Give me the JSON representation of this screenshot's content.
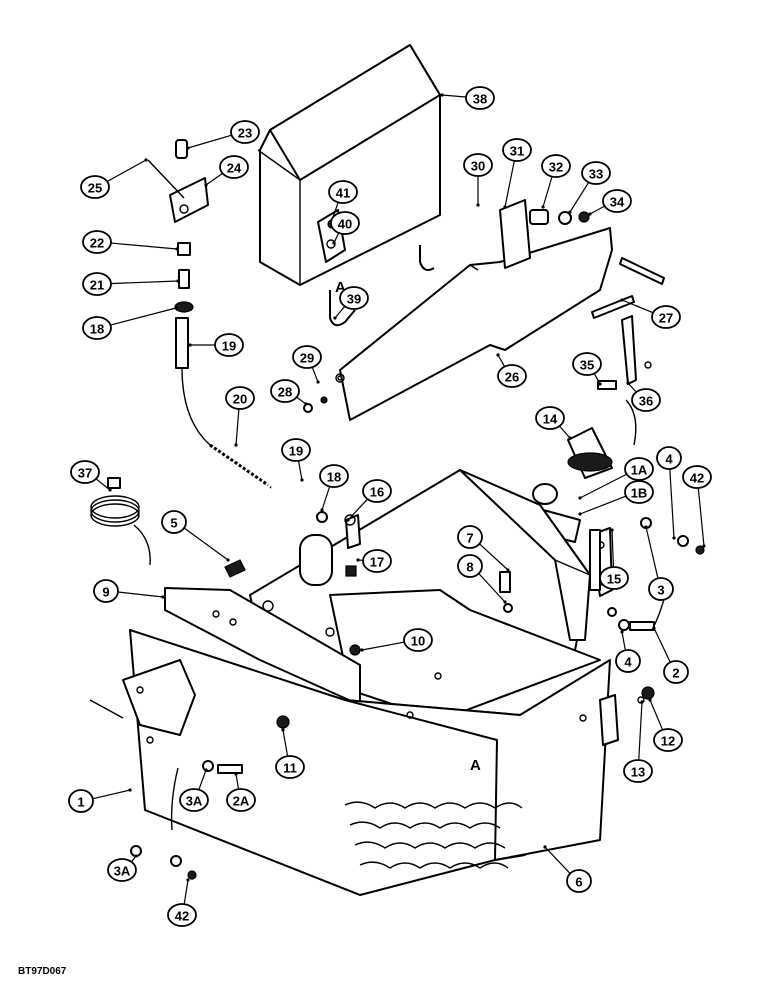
{
  "drawing_code": "BT97D067",
  "section_marks": [
    "A",
    "A"
  ],
  "callouts": [
    {
      "label": "38"
    },
    {
      "label": "23"
    },
    {
      "label": "24"
    },
    {
      "label": "25"
    },
    {
      "label": "22"
    },
    {
      "label": "21"
    },
    {
      "label": "18"
    },
    {
      "label": "19"
    },
    {
      "label": "20"
    },
    {
      "label": "41"
    },
    {
      "label": "40"
    },
    {
      "label": "39"
    },
    {
      "label": "30"
    },
    {
      "label": "31"
    },
    {
      "label": "32"
    },
    {
      "label": "33"
    },
    {
      "label": "34"
    },
    {
      "label": "27"
    },
    {
      "label": "26"
    },
    {
      "label": "29"
    },
    {
      "label": "28"
    },
    {
      "label": "35"
    },
    {
      "label": "36"
    },
    {
      "label": "14"
    },
    {
      "label": "1A"
    },
    {
      "label": "1B"
    },
    {
      "label": "4"
    },
    {
      "label": "42"
    },
    {
      "label": "37"
    },
    {
      "label": "19"
    },
    {
      "label": "18"
    },
    {
      "label": "16"
    },
    {
      "label": "17"
    },
    {
      "label": "5"
    },
    {
      "label": "7"
    },
    {
      "label": "8"
    },
    {
      "label": "15"
    },
    {
      "label": "3"
    },
    {
      "label": "9"
    },
    {
      "label": "10"
    },
    {
      "label": "4"
    },
    {
      "label": "2"
    },
    {
      "label": "11"
    },
    {
      "label": "12"
    },
    {
      "label": "13"
    },
    {
      "label": "1"
    },
    {
      "label": "3A"
    },
    {
      "label": "2A"
    },
    {
      "label": "6"
    },
    {
      "label": "3A"
    },
    {
      "label": "42"
    }
  ]
}
